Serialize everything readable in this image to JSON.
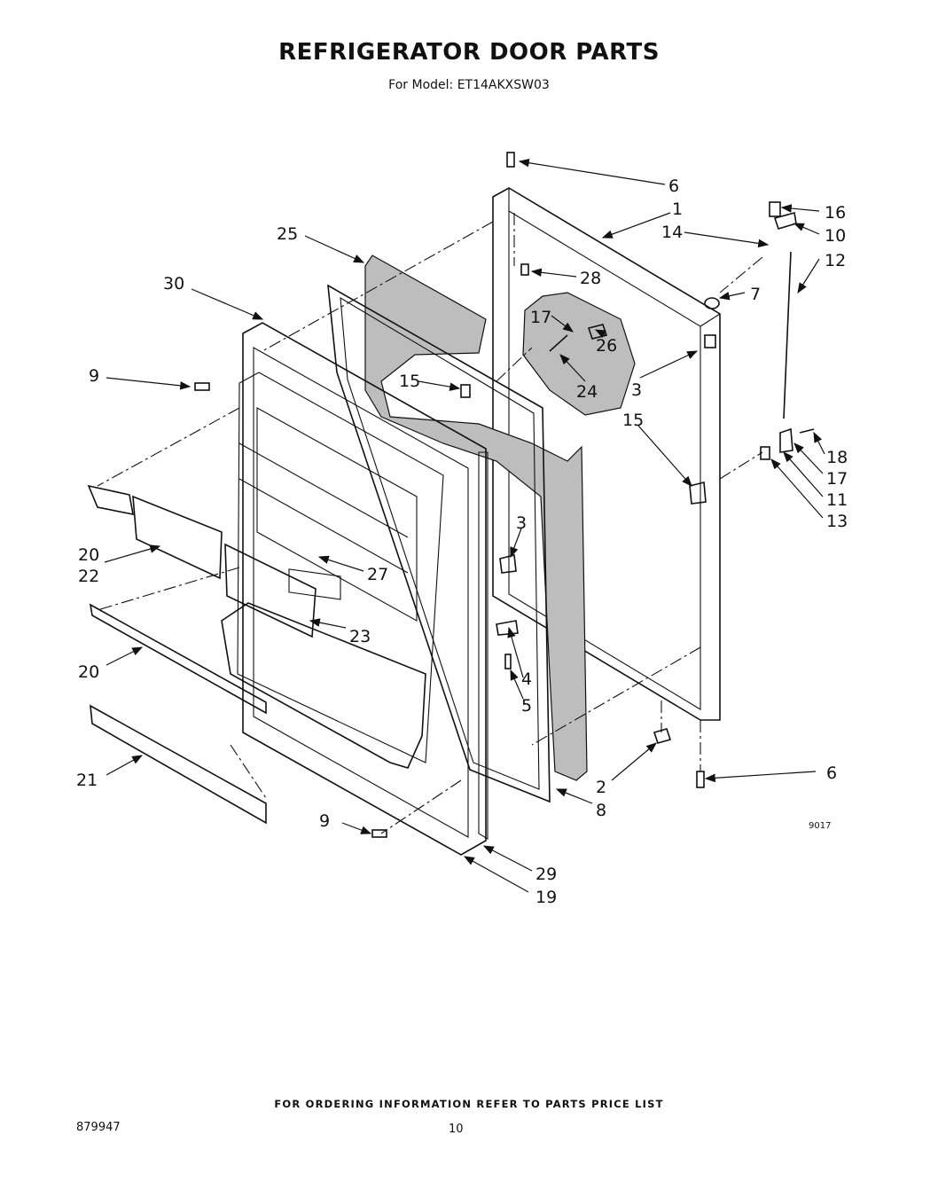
{
  "header": {
    "title": "REFRIGERATOR DOOR PARTS",
    "model_line": "For Model: ET14AKXSW03"
  },
  "diagram": {
    "figure_code": "9017",
    "callouts": [
      {
        "id": "c6a",
        "text": "6"
      },
      {
        "id": "c1",
        "text": "1"
      },
      {
        "id": "c16",
        "text": "16"
      },
      {
        "id": "c14",
        "text": "14"
      },
      {
        "id": "c10",
        "text": "10"
      },
      {
        "id": "c25",
        "text": "25"
      },
      {
        "id": "c12",
        "text": "12"
      },
      {
        "id": "c28",
        "text": "28"
      },
      {
        "id": "c30",
        "text": "30"
      },
      {
        "id": "c7",
        "text": "7"
      },
      {
        "id": "c17a",
        "text": "17"
      },
      {
        "id": "c26",
        "text": "26"
      },
      {
        "id": "c9a",
        "text": "9"
      },
      {
        "id": "c15a",
        "text": "15"
      },
      {
        "id": "c24",
        "text": "24"
      },
      {
        "id": "c3a",
        "text": "3"
      },
      {
        "id": "c15b",
        "text": "15"
      },
      {
        "id": "c18",
        "text": "18"
      },
      {
        "id": "c17b",
        "text": "17"
      },
      {
        "id": "c11",
        "text": "11"
      },
      {
        "id": "c13",
        "text": "13"
      },
      {
        "id": "c3b",
        "text": "3"
      },
      {
        "id": "c20a",
        "text": "20"
      },
      {
        "id": "c22",
        "text": "22"
      },
      {
        "id": "c27",
        "text": "27"
      },
      {
        "id": "c23",
        "text": "23"
      },
      {
        "id": "c4",
        "text": "4"
      },
      {
        "id": "c20b",
        "text": "20"
      },
      {
        "id": "c5",
        "text": "5"
      },
      {
        "id": "c6b",
        "text": "6"
      },
      {
        "id": "c21",
        "text": "21"
      },
      {
        "id": "c2",
        "text": "2"
      },
      {
        "id": "c8",
        "text": "8"
      },
      {
        "id": "c9b",
        "text": "9"
      },
      {
        "id": "c29",
        "text": "29"
      },
      {
        "id": "c19",
        "text": "19"
      }
    ]
  },
  "footer": {
    "ordering_note": "FOR ORDERING INFORMATION REFER TO PARTS PRICE LIST",
    "document_number": "879947",
    "page_number": "10"
  }
}
